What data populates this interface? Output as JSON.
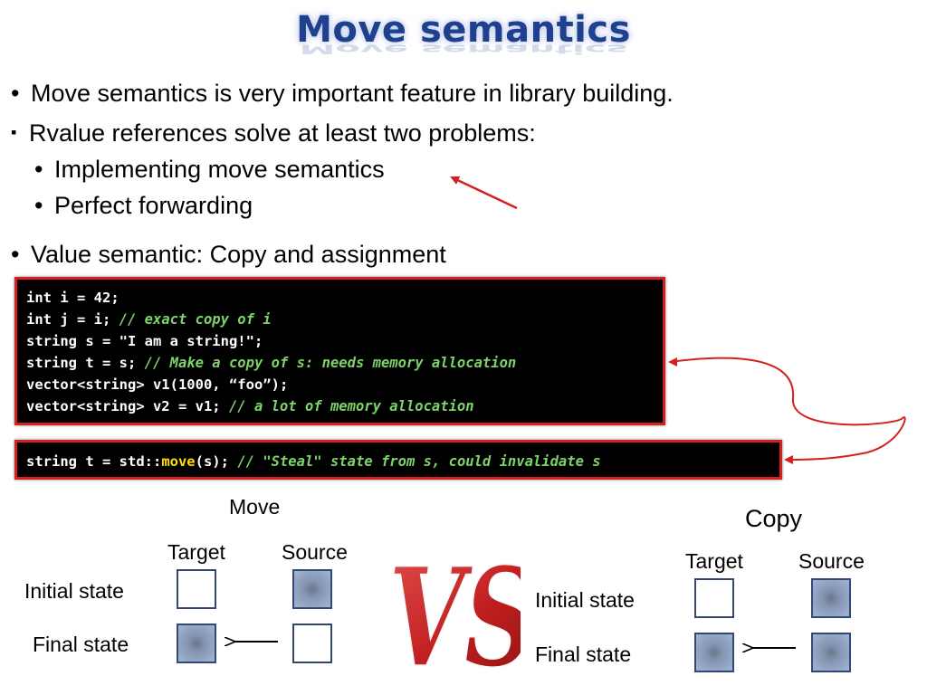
{
  "title": "Move semantics",
  "bullets": [
    {
      "marker": "•",
      "text": "Move semantics is very important feature in library building."
    },
    {
      "marker": "▪",
      "text": "Rvalue references solve at least two problems:"
    },
    {
      "marker": "•",
      "text": "Implementing move semantics"
    },
    {
      "marker": "•",
      "text": "Perfect forwarding"
    },
    {
      "marker": "•",
      "text": "Value semantic: Copy and assignment"
    }
  ],
  "code_block": {
    "lines": [
      {
        "code": "int i = 42;",
        "comment": ""
      },
      {
        "code": "int j = i; ",
        "comment": "// exact copy of i"
      },
      {
        "code": "string s = \"I am a string!\";",
        "comment": ""
      },
      {
        "code": "string t = s; ",
        "comment": "// Make a copy of s: needs memory allocation"
      },
      {
        "code": "vector<string> v1(1000, “foo”);",
        "comment": ""
      },
      {
        "code": "vector<string> v2 = v1; ",
        "comment": "// a lot of memory allocation"
      }
    ]
  },
  "move_line": {
    "prefix": "string t = std::",
    "keyword": "move",
    "suffix": "(s); ",
    "comment": "// \"Steal\" state from s, could invalidate s"
  },
  "move_diagram": {
    "heading": "Move",
    "col_target": "Target",
    "col_source": "Source",
    "row_initial": "Initial state",
    "row_final": "Final state",
    "initial": {
      "target_filled": false,
      "source_filled": true
    },
    "final": {
      "target_filled": true,
      "source_filled": false
    }
  },
  "vs_text": "VS.",
  "copy_diagram": {
    "heading": "Copy",
    "col_target": "Target",
    "col_source": "Source",
    "row_initial": "Initial state",
    "row_final": "Final state",
    "initial": {
      "target_filled": false,
      "source_filled": true
    },
    "final": {
      "target_filled": true,
      "source_filled": true
    }
  },
  "colors": {
    "title": "#1f3f8f",
    "code_border": "#d42020",
    "comment": "#7cd36a",
    "keyword": "#ffdf00",
    "vs": "#c62828",
    "arrow": "#d42020"
  }
}
